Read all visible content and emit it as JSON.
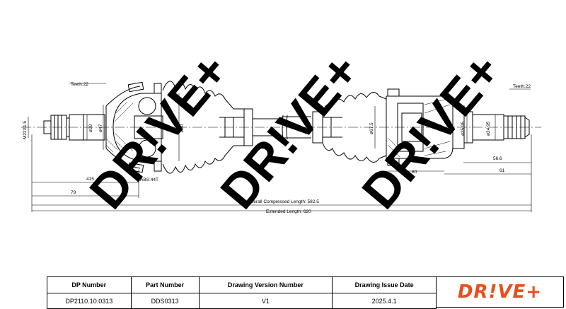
{
  "watermark": "DR!VE+",
  "dimensions": {
    "left_teeth": "Teeth:22",
    "right_teeth": "Teeth:22",
    "m22": "M22X1.5",
    "d29": "ø29",
    "d47": "ø47",
    "d80": "ø80",
    "d67_5": "ø67.5",
    "d35_95": "ø35.95",
    "d24_95": "ø24.95",
    "abs": "ABS:44T",
    "l415": "415",
    "l79": "79",
    "l60": "60",
    "l56_6": "56.6",
    "l61": "61",
    "overall": "Overall  Compressed  Length: 582.5",
    "extended": "Extended  Length: 620"
  },
  "title_block": {
    "headers": [
      "DP Number",
      "Part Number",
      "Drawing Version Number",
      "Drawing Issue Date"
    ],
    "values": [
      "DP2110.10.0313",
      "DDS0313",
      "V1",
      "2025.4.1"
    ],
    "logo": "DR!VE+",
    "logo_color": "#e84e1b"
  }
}
